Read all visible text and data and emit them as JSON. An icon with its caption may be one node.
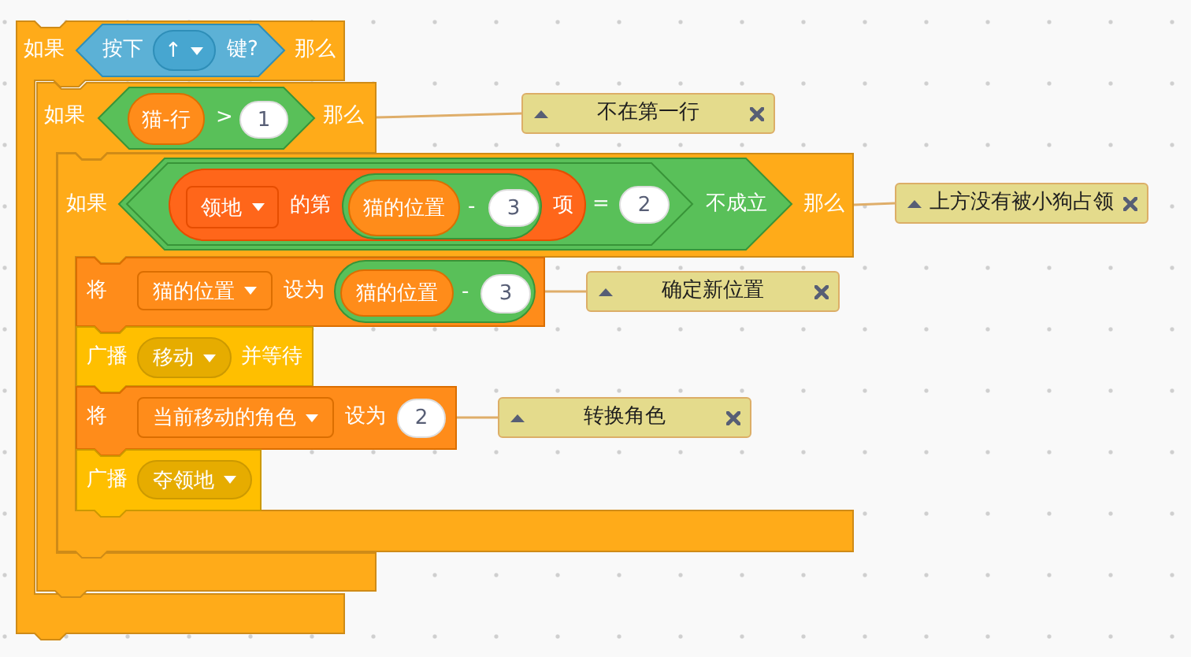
{
  "diagram": {
    "nodes": [
      {
        "text": [
          "如果",
          "那么"
        ]
      },
      {
        "text": [
          "按下",
          "键?"
        ],
        "in": 0
      },
      {
        "text": [
          "↑"
        ],
        "in": 1
      },
      {
        "text": [
          "如果",
          "那么"
        ]
      },
      {
        "text": [
          ">"
        ],
        "in": 3
      },
      {
        "text": [
          "猫-行"
        ],
        "in": 4
      },
      {
        "text": [
          "1"
        ],
        "in": 4
      },
      {
        "text": [
          "如果",
          "那么"
        ]
      },
      {
        "text": [
          "不成立"
        ],
        "in": 7
      },
      {
        "text": [
          "="
        ],
        "in": 8
      },
      {
        "text": [
          "的第",
          "项"
        ],
        "in": 9
      },
      {
        "text": [
          "领地"
        ],
        "in": 10
      },
      {
        "text": [
          "-"
        ],
        "in": 10
      },
      {
        "text": [
          "猫的位置"
        ],
        "in": 12
      },
      {
        "text": [
          "3"
        ],
        "in": 12
      },
      {
        "text": [
          "2"
        ],
        "in": 9
      },
      {
        "text": [
          "将",
          "设为"
        ],
        "in": 7
      },
      {
        "text": [
          "猫的位置"
        ],
        "in": 16
      },
      {
        "text": [
          "-"
        ],
        "in": 16
      },
      {
        "text": [
          "猫的位置"
        ],
        "in": 18
      },
      {
        "text": [
          "3"
        ],
        "in": 18
      },
      {
        "text": [
          "广播",
          "并等待"
        ],
        "in": 7
      },
      {
        "text": [
          "移动"
        ],
        "in": 21
      },
      {
        "text": [
          "将",
          "设为"
        ],
        "in": 7
      },
      {
        "text": [
          "当前移动的角色"
        ],
        "in": 23
      },
      {
        "text": [
          "2"
        ],
        "in": 23
      },
      {
        "text": [
          "广播"
        ],
        "in": 7
      },
      {
        "text": [
          "夺领地"
        ],
        "in": 26
      },
      {
        "text": [
          "不在第一行"
        ]
      },
      {
        "text": [
          "上方没有被小狗占领"
        ]
      },
      {
        "text": [
          "确定新位置"
        ]
      },
      {
        "text": [
          "转换角色"
        ]
      }
    ],
    "edges": [
      {
        "from": 28,
        "to": 3,
        "arrow": "none"
      },
      {
        "from": 29,
        "to": 7,
        "arrow": "none"
      },
      {
        "from": 30,
        "to": 16,
        "arrow": "none"
      },
      {
        "from": 31,
        "to": 23,
        "arrow": "none"
      }
    ]
  }
}
